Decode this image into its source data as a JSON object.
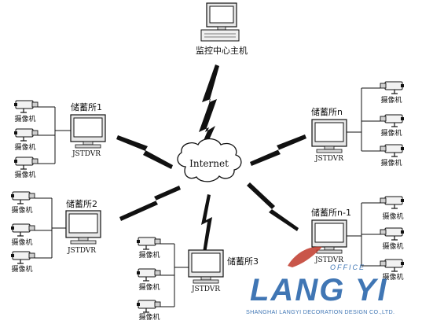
{
  "center": {
    "label": "Internet"
  },
  "monitoring": {
    "label": "监控中心主机"
  },
  "nodes": [
    {
      "name": "储蓄所1",
      "device": "JSTDVR",
      "cameras": [
        "摄像机",
        "摄像机",
        "摄像机"
      ]
    },
    {
      "name": "储蓄所2",
      "device": "JSTDVR",
      "cameras": [
        "摄像机",
        "摄像机",
        "摄像机"
      ]
    },
    {
      "name": "储蓄所3",
      "device": "JSTDVR",
      "cameras": [
        "摄像机",
        "摄像机",
        "摄像机"
      ]
    },
    {
      "name": "储蓄所n",
      "device": "JSTDVR",
      "cameras": [
        "摄像机",
        "摄像机",
        "摄像机"
      ]
    },
    {
      "name": "储蓄所n-1",
      "device": "JSTDVR",
      "cameras": [
        "摄像机",
        "摄像机",
        "摄像机"
      ]
    }
  ],
  "watermark": {
    "brand": "LANG YI",
    "office": "OFFICE",
    "tagline": "SHANGHAI LANGYI DECORATION DESIGN CO.,LTD.",
    "accent_color": "#c0392b",
    "brand_color": "#1f5fa8"
  }
}
